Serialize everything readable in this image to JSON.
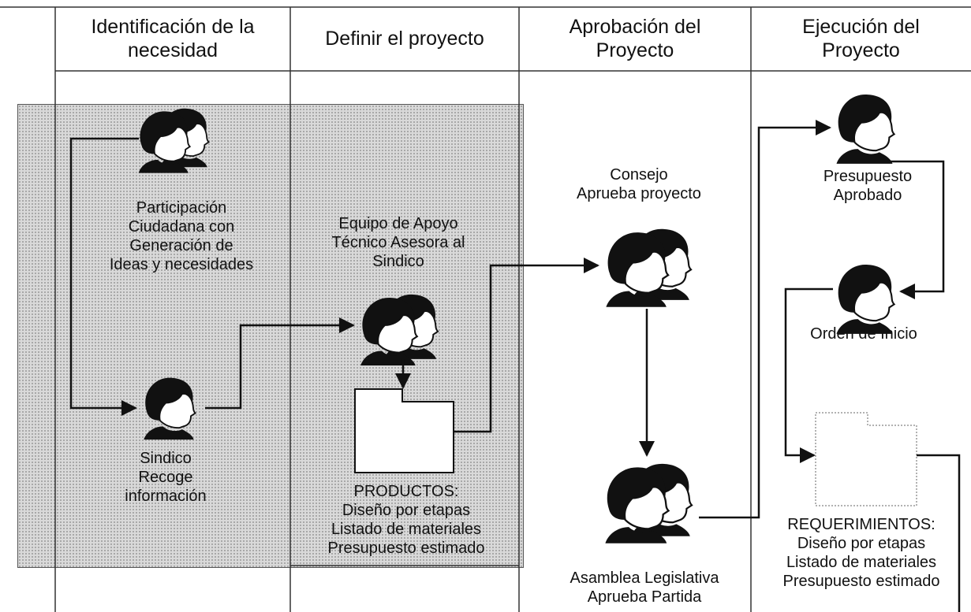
{
  "lanes": [
    {
      "header": "Identificación de la\nnecesidad"
    },
    {
      "header": "Definir el proyecto"
    },
    {
      "header": "Aprobación del\nProyecto"
    },
    {
      "header": "Ejecución del\nProyecto"
    }
  ],
  "nodes": {
    "participacion": "Participación\nCiudadana con\nGeneración de\nIdeas y necesidades",
    "sindico": "Sindico\nRecoge\ninformación",
    "equipo": "Equipo de Apoyo\nTécnico Asesora al\nSindico",
    "productos": "PRODUCTOS:\nDiseño por etapas\nListado de materiales\nPresupuesto estimado",
    "consejo": "Consejo\nAprueba proyecto",
    "asamblea": "Asamblea  Legislativa\nAprueba Partida",
    "presupuesto": "Presupuesto\nAprobado",
    "orden": "Orden de Inicio",
    "requerimientos": "REQUERIMIENTOS:\nDiseño por etapas\nListado de materiales\nPresupuesto estimado"
  },
  "icons": {
    "person_pair": "people-pair-icon",
    "person_single": "person-icon",
    "folder": "folder-icon"
  }
}
